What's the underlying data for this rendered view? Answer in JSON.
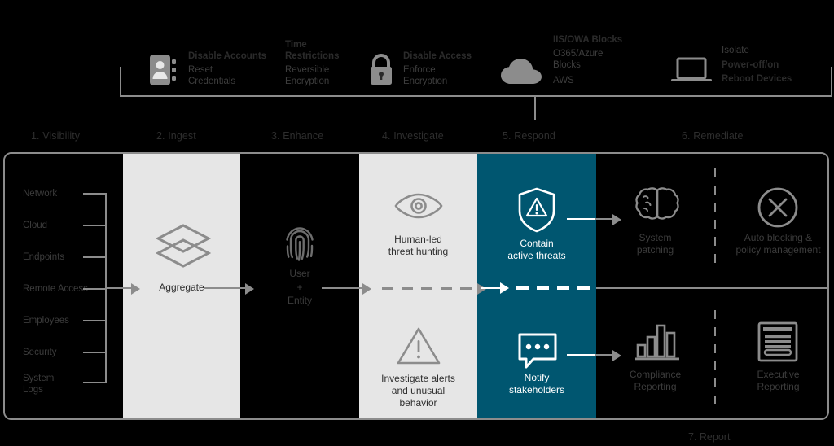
{
  "top_band": {
    "groups": [
      {
        "icon": "contact-card-icon",
        "lines": [
          "Disable Accounts",
          "Reset",
          "Credentials"
        ]
      },
      {
        "icon": "text-only",
        "lines": [
          "Time",
          "Restrictions",
          "Reversible",
          "Encryption"
        ]
      },
      {
        "icon": "padlock-icon",
        "lines": [
          "Disable Access",
          "Enforce",
          "Encryption"
        ]
      },
      {
        "icon": "cloud-icon",
        "lines": [
          "IIS/OWA Blocks",
          "O365/Azure",
          "Blocks",
          "AWS"
        ]
      },
      {
        "icon": "laptop-icon",
        "lines": [
          "Isolate",
          "Power-off/on",
          "Reboot Devices"
        ]
      }
    ]
  },
  "stage_labels": [
    "1. Visibility",
    "2. Ingest",
    "3. Enhance",
    "4. Investigate",
    "5. Respond",
    "6. Remediate"
  ],
  "report_label": "7. Report",
  "sidebar": {
    "items": [
      "Network",
      "Cloud",
      "Endpoints",
      "Remote Access",
      "Employees",
      "Security",
      "System",
      "Logs"
    ]
  },
  "columns": {
    "ingest": {
      "icon": "layers-icon",
      "label": "Aggregate"
    },
    "enhance": {
      "icon": "fingerprint-icon",
      "label_1": "User",
      "label_2": "+",
      "label_3": "Entity"
    },
    "investigate": {
      "top": {
        "icon": "eye-icon",
        "label": "Human-led\nthreat hunting",
        "line1": "Human-led",
        "line2": "threat hunting"
      },
      "bottom": {
        "icon": "warning-triangle-icon",
        "line1": "Investigate alerts",
        "line2": "and unusual",
        "line3": "behavior"
      }
    },
    "respond": {
      "top": {
        "icon": "shield-alert-icon",
        "line1": "Contain",
        "line2": "active threats"
      },
      "bottom": {
        "icon": "chat-bubble-icon",
        "line1": "Notify",
        "line2": "stakeholders"
      }
    },
    "remediate": {
      "top_left": {
        "icon": "brain-icon",
        "line1": "System",
        "line2": "patching"
      },
      "top_right": {
        "icon": "circle-x-icon",
        "line1": "Auto blocking &",
        "line2": "policy management"
      },
      "bottom_left": {
        "icon": "bar-chart-icon",
        "line1": "Compliance",
        "line2": "Reporting"
      },
      "bottom_right": {
        "icon": "document-icon",
        "line1": "Executive",
        "line2": "Reporting"
      }
    }
  },
  "colors": {
    "teal": "#005670",
    "light_panel": "#e6e6e6",
    "black_panel": "#000000",
    "line_gray": "#8c8c8c",
    "text_gray": "#3c3c3c"
  }
}
